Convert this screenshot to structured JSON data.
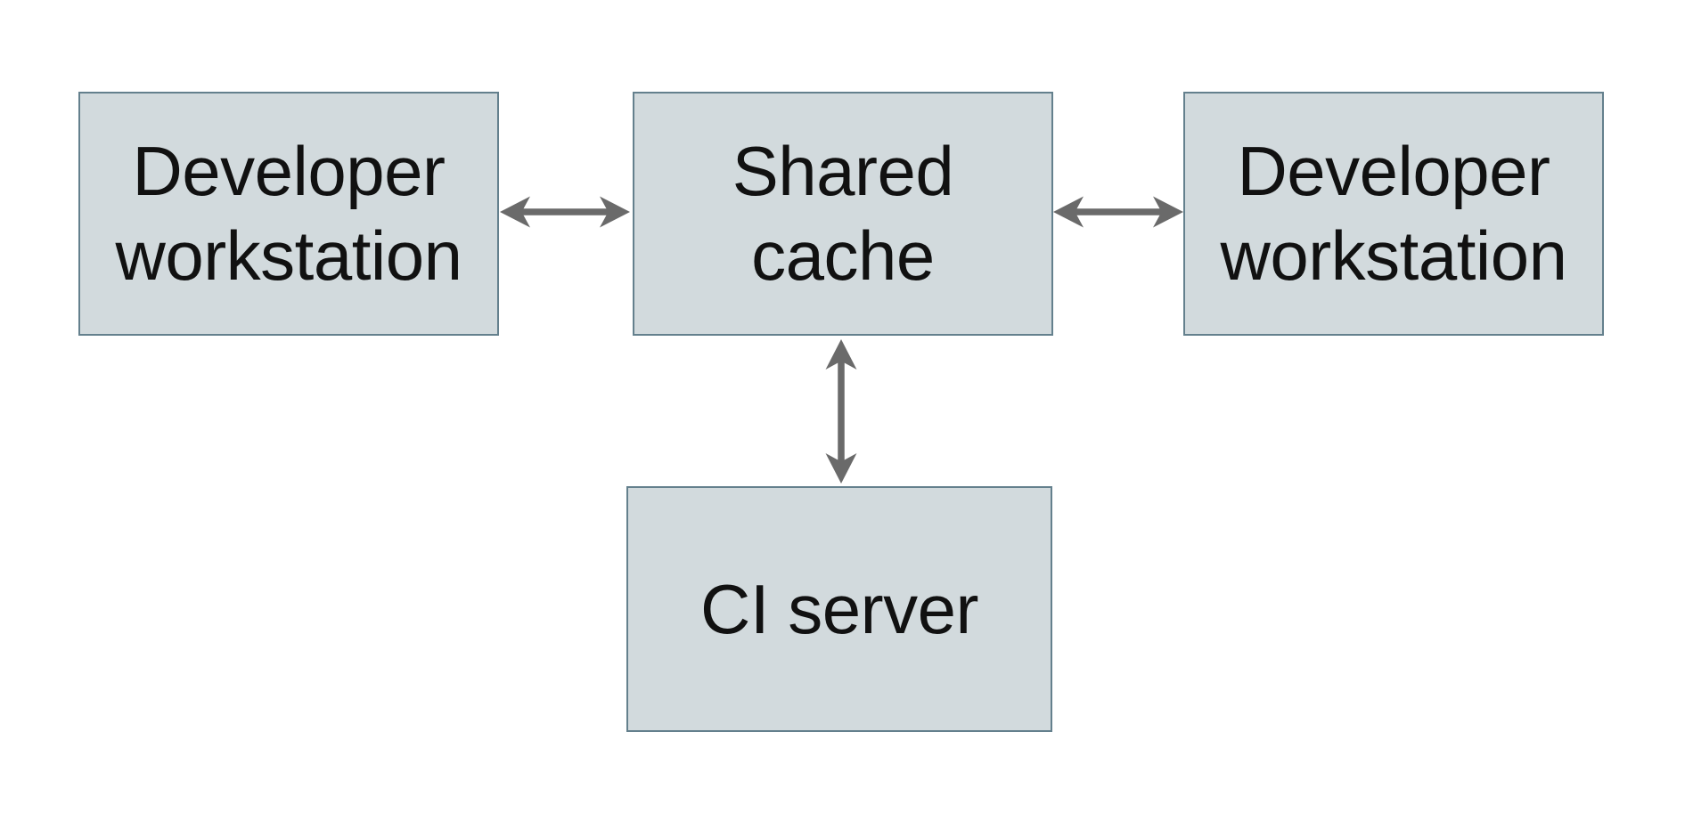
{
  "diagram": {
    "type": "architecture-diagram",
    "background": "#ffffff",
    "colors": {
      "node_fill": "#d2dadd",
      "node_border": "#64808d",
      "arrow": "#6a6a6a",
      "text": "#111111"
    },
    "nodes": [
      {
        "id": "developer-workstation-left",
        "label": "Developer workstation",
        "lines": [
          "Developer",
          "workstation"
        ]
      },
      {
        "id": "shared-cache",
        "label": "Shared cache",
        "lines": [
          "Shared",
          "cache"
        ]
      },
      {
        "id": "developer-workstation-right",
        "label": "Developer workstation",
        "lines": [
          "Developer",
          "workstation"
        ]
      },
      {
        "id": "ci-server",
        "label": "CI server",
        "lines": [
          "CI server"
        ]
      }
    ],
    "edges": [
      {
        "from": "developer-workstation-left",
        "to": "shared-cache",
        "style": "double-headed-arrow",
        "orientation": "horizontal"
      },
      {
        "from": "shared-cache",
        "to": "developer-workstation-right",
        "style": "double-headed-arrow",
        "orientation": "horizontal"
      },
      {
        "from": "shared-cache",
        "to": "ci-server",
        "style": "double-headed-arrow",
        "orientation": "vertical"
      }
    ]
  }
}
